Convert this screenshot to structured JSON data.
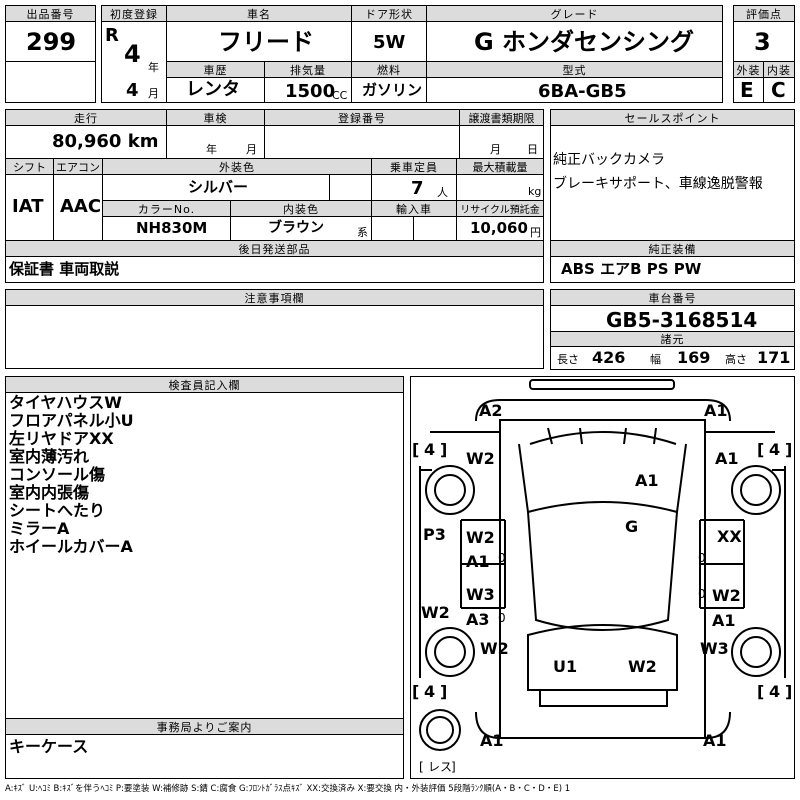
{
  "headers": {
    "lot_no": "出品番号",
    "first_reg": "初度登録",
    "car_name": "車名",
    "door_type": "ドア形状",
    "grade": "グレード",
    "score": "評価点",
    "history": "車歴",
    "displacement": "排気量",
    "fuel": "燃料",
    "model_code": "型式",
    "exterior": "外装",
    "interior": "内装",
    "mileage": "走行",
    "inspection": "車検",
    "reg_no": "登録番号",
    "transfer_deadline": "譲渡書類期限",
    "sales_point": "セールスポイント",
    "shift": "シフト",
    "aircon": "エアコン",
    "ext_color": "外装色",
    "capacity": "乗車定員",
    "max_load": "最大積載量",
    "color_no": "カラーNo.",
    "int_color": "内装色",
    "import": "輸入車",
    "recycle": "リサイクル預託金",
    "later_items": "後日発送部品",
    "genuine_equip": "純正装備",
    "notes": "注意事項欄",
    "chassis_no": "車台番号",
    "dimensions": "諸元",
    "inspector": "検査員記入欄",
    "office_info": "事務局よりご案内"
  },
  "values": {
    "lot_no": "299",
    "era": "R",
    "year": "4",
    "year_unit": "年",
    "month": "4",
    "month_unit": "月",
    "car_name": "フリード",
    "door_type": "5W",
    "grade": "G ホンダセンシング",
    "score": "3",
    "history": "レンタ",
    "displacement": "1500",
    "displacement_unit": "CC",
    "fuel": "ガソリン",
    "model_code": "6BA-GB5",
    "exterior_grade": "E",
    "interior_grade": "C",
    "mileage": "80,960 km",
    "insp_year_unit": "年",
    "insp_month_unit": "月",
    "deadline_month_unit": "月",
    "deadline_day_unit": "日",
    "sales_points": [
      "純正バックカメラ",
      "ブレーキサポート、車線逸脱警報"
    ],
    "shift": "IAT",
    "aircon": "AAC",
    "ext_color": "シルバー",
    "capacity": "7",
    "capacity_unit": "人",
    "max_load_unit": "kg",
    "color_no": "NH830M",
    "int_color": "ブラウン",
    "int_color_unit": "系",
    "recycle_fee": "10,060",
    "recycle_unit": "円",
    "later_items": "保証書 車両取説",
    "genuine_equip": "ABS エアB PS PW",
    "chassis_no": "GB5-3168514",
    "length_label": "長さ",
    "length": "426",
    "width_label": "幅",
    "width": "169",
    "height_label": "高さ",
    "height": "171",
    "inspector_notes": [
      "タイヤハウスW",
      "フロアパネル小U",
      "左リヤドアXX",
      "室内薄汚れ",
      "コンソール傷",
      "室内内張傷",
      "シートへたり",
      "ミラーA",
      "ホイールカバーA"
    ],
    "office_info": "キーケース"
  },
  "diagram": {
    "marks": {
      "front_left": "A2",
      "front_right": "A1",
      "fender_left": "W2",
      "fender_right": "A1",
      "hood": "A1",
      "roof": "G",
      "pillar_left": "P3",
      "front_door_left_1": "W2",
      "front_door_left_2": "A1",
      "front_door_right": "XX",
      "rear_door_left_1": "W3",
      "rear_door_left_2": "A3",
      "rear_door_right_1": "W2",
      "rear_door_right_2": "A1",
      "rocker_left": "W2",
      "rear_fender_left": "W2",
      "rear_fender_right": "W3",
      "rear_left": "U1",
      "rear_right": "W2",
      "rear_bumper_left": "A1",
      "rear_bumper_right": "A1"
    },
    "tread_depth": "4",
    "zero": "0",
    "spare": "レス"
  },
  "legend": "A:ｷｽﾞ U:ﾍｺﾐ B:ｷｽﾞを伴うﾍｺﾐ P:要塗装 W:補修跡 S:錆 C:腐食 G:ﾌﾛﾝﾄｶﾞﾗｽ点ｷｽﾞ XX:交換済み X:要交換 内・外装評価 5段階ﾗﾝｸ順(A・B・C・D・E) 1"
}
